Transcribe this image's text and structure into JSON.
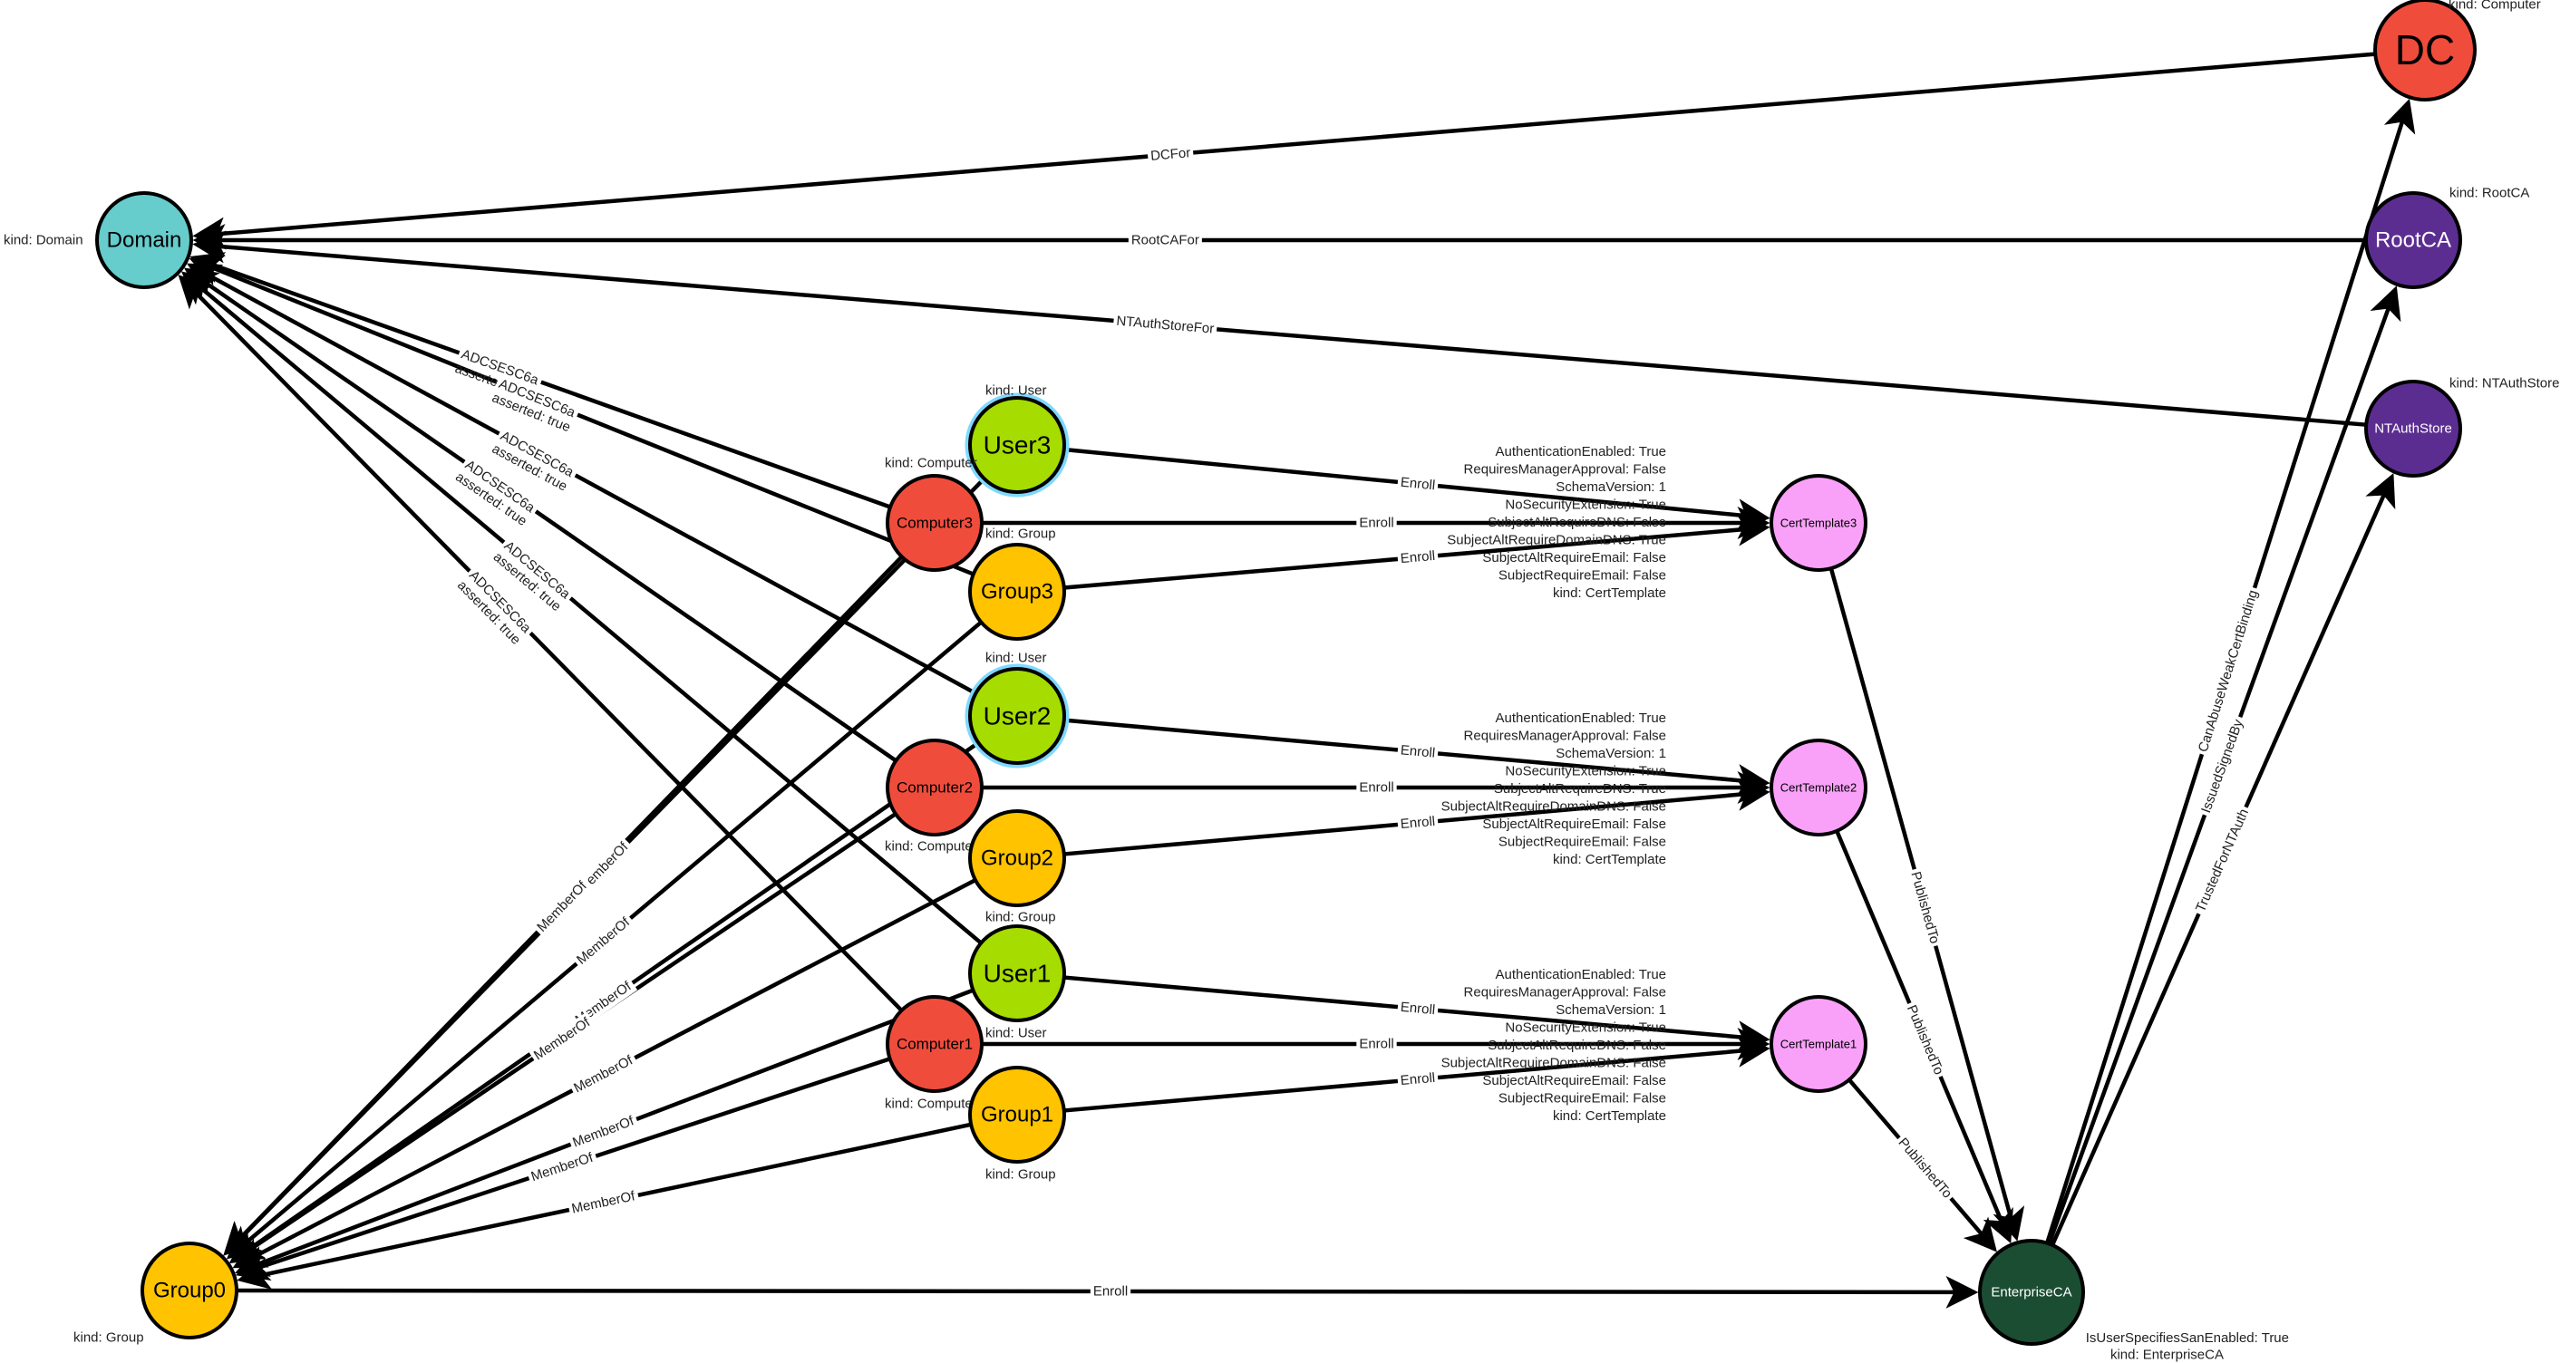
{
  "colors": {
    "domain": "#66cccc",
    "computer": "#f04c3c",
    "user": "#a6dc00",
    "user_ring": "#7fd8ff",
    "group": "#ffc300",
    "cert_template": "#f9a1f9",
    "enterprise_ca": "#1b4d32",
    "root_ca": "#5c2d91",
    "nt_auth_store": "#5c2d91"
  },
  "nodes": [
    {
      "id": "DC",
      "label": "DC",
      "kind": "kind: Computer",
      "color": "computer"
    },
    {
      "id": "Domain",
      "label": "Domain",
      "kind": "kind: Domain",
      "color": "domain"
    },
    {
      "id": "RootCA",
      "label": "RootCA",
      "kind": "kind: RootCA",
      "color": "root_ca",
      "text_color": "#ffffff"
    },
    {
      "id": "NTAuthStore",
      "label": "NTAuthStore",
      "kind": "kind: NTAuthStore",
      "color": "nt_auth_store",
      "text_color": "#ffffff"
    },
    {
      "id": "User3",
      "label": "User3",
      "kind": "kind: User",
      "color": "user",
      "ring": true
    },
    {
      "id": "Computer3",
      "label": "Computer3",
      "kind": "kind: Computer",
      "color": "computer"
    },
    {
      "id": "Group3",
      "label": "Group3",
      "kind": "kind: Group",
      "color": "group"
    },
    {
      "id": "User2",
      "label": "User2",
      "kind": "kind: User",
      "color": "user",
      "ring": true
    },
    {
      "id": "Computer2",
      "label": "Computer2",
      "kind": "kind: Computer",
      "color": "computer"
    },
    {
      "id": "Group2",
      "label": "Group2",
      "kind": "kind: Group",
      "color": "group"
    },
    {
      "id": "User1",
      "label": "User1",
      "kind": "kind: User",
      "color": "user"
    },
    {
      "id": "Computer1",
      "label": "Computer1",
      "kind": "kind: Computer",
      "color": "computer"
    },
    {
      "id": "Group1",
      "label": "Group1",
      "kind": "kind: Group",
      "color": "group"
    },
    {
      "id": "CertTemplate3",
      "label": "CertTemplate3",
      "kind": "",
      "color": "cert_template"
    },
    {
      "id": "CertTemplate2",
      "label": "CertTemplate2",
      "kind": "",
      "color": "cert_template"
    },
    {
      "id": "CertTemplate1",
      "label": "CertTemplate1",
      "kind": "",
      "color": "cert_template"
    },
    {
      "id": "Group0",
      "label": "Group0",
      "kind": "kind: Group",
      "color": "group"
    },
    {
      "id": "EnterpriseCA",
      "label": "EnterpriseCA",
      "kind": "kind: EnterpriseCA",
      "color": "enterprise_ca",
      "text_color": "#ffffff"
    }
  ],
  "cert_template_properties": [
    "AuthenticationEnabled: True",
    "RequiresManagerApproval: False",
    "SchemaVersion: 1",
    "NoSecurityExtension: True",
    "SubjectAltRequireDNS: False",
    "SubjectAltRequireDomainDNS: True",
    "SubjectAltRequireEmail: False",
    "SubjectRequireEmail: False",
    "kind: CertTemplate"
  ],
  "cert_template2_properties": [
    "AuthenticationEnabled: True",
    "RequiresManagerApproval: False",
    "SchemaVersion: 1",
    "NoSecurityExtension: True",
    "SubjectAltRequireDNS: True",
    "SubjectAltRequireDomainDNS: False",
    "SubjectAltRequireEmail: False",
    "SubjectRequireEmail: False",
    "kind: CertTemplate"
  ],
  "cert_template1_properties": [
    "AuthenticationEnabled: True",
    "RequiresManagerApproval: False",
    "SchemaVersion: 1",
    "NoSecurityExtension: True",
    "SubjectAltRequireDNS: False",
    "SubjectAltRequireDomainDNS: False",
    "SubjectAltRequireEmail: False",
    "SubjectRequireEmail: False",
    "kind: CertTemplate"
  ],
  "enterprise_ca_properties": [
    "IsUserSpecifiesSanEnabled: True"
  ],
  "edges": [
    {
      "from": "DC",
      "to": "Domain",
      "label": "DCFor"
    },
    {
      "from": "RootCA",
      "to": "Domain",
      "label": "RootCAFor"
    },
    {
      "from": "NTAuthStore",
      "to": "Domain",
      "label": "NTAuthStoreFor"
    },
    {
      "from": "Computer3",
      "to": "Domain",
      "label": "ADCSESC6a",
      "label2": "asserted: true"
    },
    {
      "from": "Group3",
      "to": "Domain",
      "label": "ADCSESC6a",
      "label2": "asserted: true"
    },
    {
      "from": "Computer2",
      "to": "Domain",
      "label": "ADCSESC6a",
      "label2": "asserted: true"
    },
    {
      "from": "User2",
      "to": "Domain",
      "label": "ADCSESC6a",
      "label2": "asserted: true"
    },
    {
      "from": "Computer1",
      "to": "Domain",
      "label": "ADCSESC6a",
      "label2": "asserted: true"
    },
    {
      "from": "User1",
      "to": "Domain",
      "label": "ADCSESC6a",
      "label2": "asserted: true"
    },
    {
      "from": "User3",
      "to": "CertTemplate3",
      "label": "Enroll"
    },
    {
      "from": "Computer3",
      "to": "CertTemplate3",
      "label": "Enroll"
    },
    {
      "from": "Group3",
      "to": "CertTemplate3",
      "label": "Enroll"
    },
    {
      "from": "User2",
      "to": "CertTemplate2",
      "label": "Enroll"
    },
    {
      "from": "Computer2",
      "to": "CertTemplate2",
      "label": "Enroll"
    },
    {
      "from": "Group2",
      "to": "CertTemplate2",
      "label": "Enroll"
    },
    {
      "from": "User1",
      "to": "CertTemplate1",
      "label": "Enroll"
    },
    {
      "from": "Computer1",
      "to": "CertTemplate1",
      "label": "Enroll"
    },
    {
      "from": "Group1",
      "to": "CertTemplate1",
      "label": "Enroll"
    },
    {
      "from": "User3",
      "to": "Group0",
      "label": "MemberOf"
    },
    {
      "from": "Computer3",
      "to": "Group0",
      "label": "MemberOf"
    },
    {
      "from": "Group3",
      "to": "Group0",
      "label": "MemberOf"
    },
    {
      "from": "User2",
      "to": "Group0",
      "label": "MemberOf"
    },
    {
      "from": "Computer2",
      "to": "Group0",
      "label": "MemberOf"
    },
    {
      "from": "Group2",
      "to": "Group0",
      "label": "MemberOf"
    },
    {
      "from": "User1",
      "to": "Group0",
      "label": "MemberOf"
    },
    {
      "from": "Computer1",
      "to": "Group0",
      "label": "MemberOf"
    },
    {
      "from": "Group1",
      "to": "Group0",
      "label": "MemberOf"
    },
    {
      "from": "Group0",
      "to": "EnterpriseCA",
      "label": "Enroll"
    },
    {
      "from": "CertTemplate3",
      "to": "EnterpriseCA",
      "label": "PublishedTo"
    },
    {
      "from": "CertTemplate2",
      "to": "EnterpriseCA",
      "label": "PublishedTo"
    },
    {
      "from": "CertTemplate1",
      "to": "EnterpriseCA",
      "label": "PublishedTo"
    },
    {
      "from": "EnterpriseCA",
      "to": "DC",
      "label": "CanAbuseWeakCertBinding"
    },
    {
      "from": "EnterpriseCA",
      "to": "RootCA",
      "label": "IssuedSignedBy"
    },
    {
      "from": "EnterpriseCA",
      "to": "NTAuthStore",
      "label": "TrustedForNTAuth"
    }
  ]
}
